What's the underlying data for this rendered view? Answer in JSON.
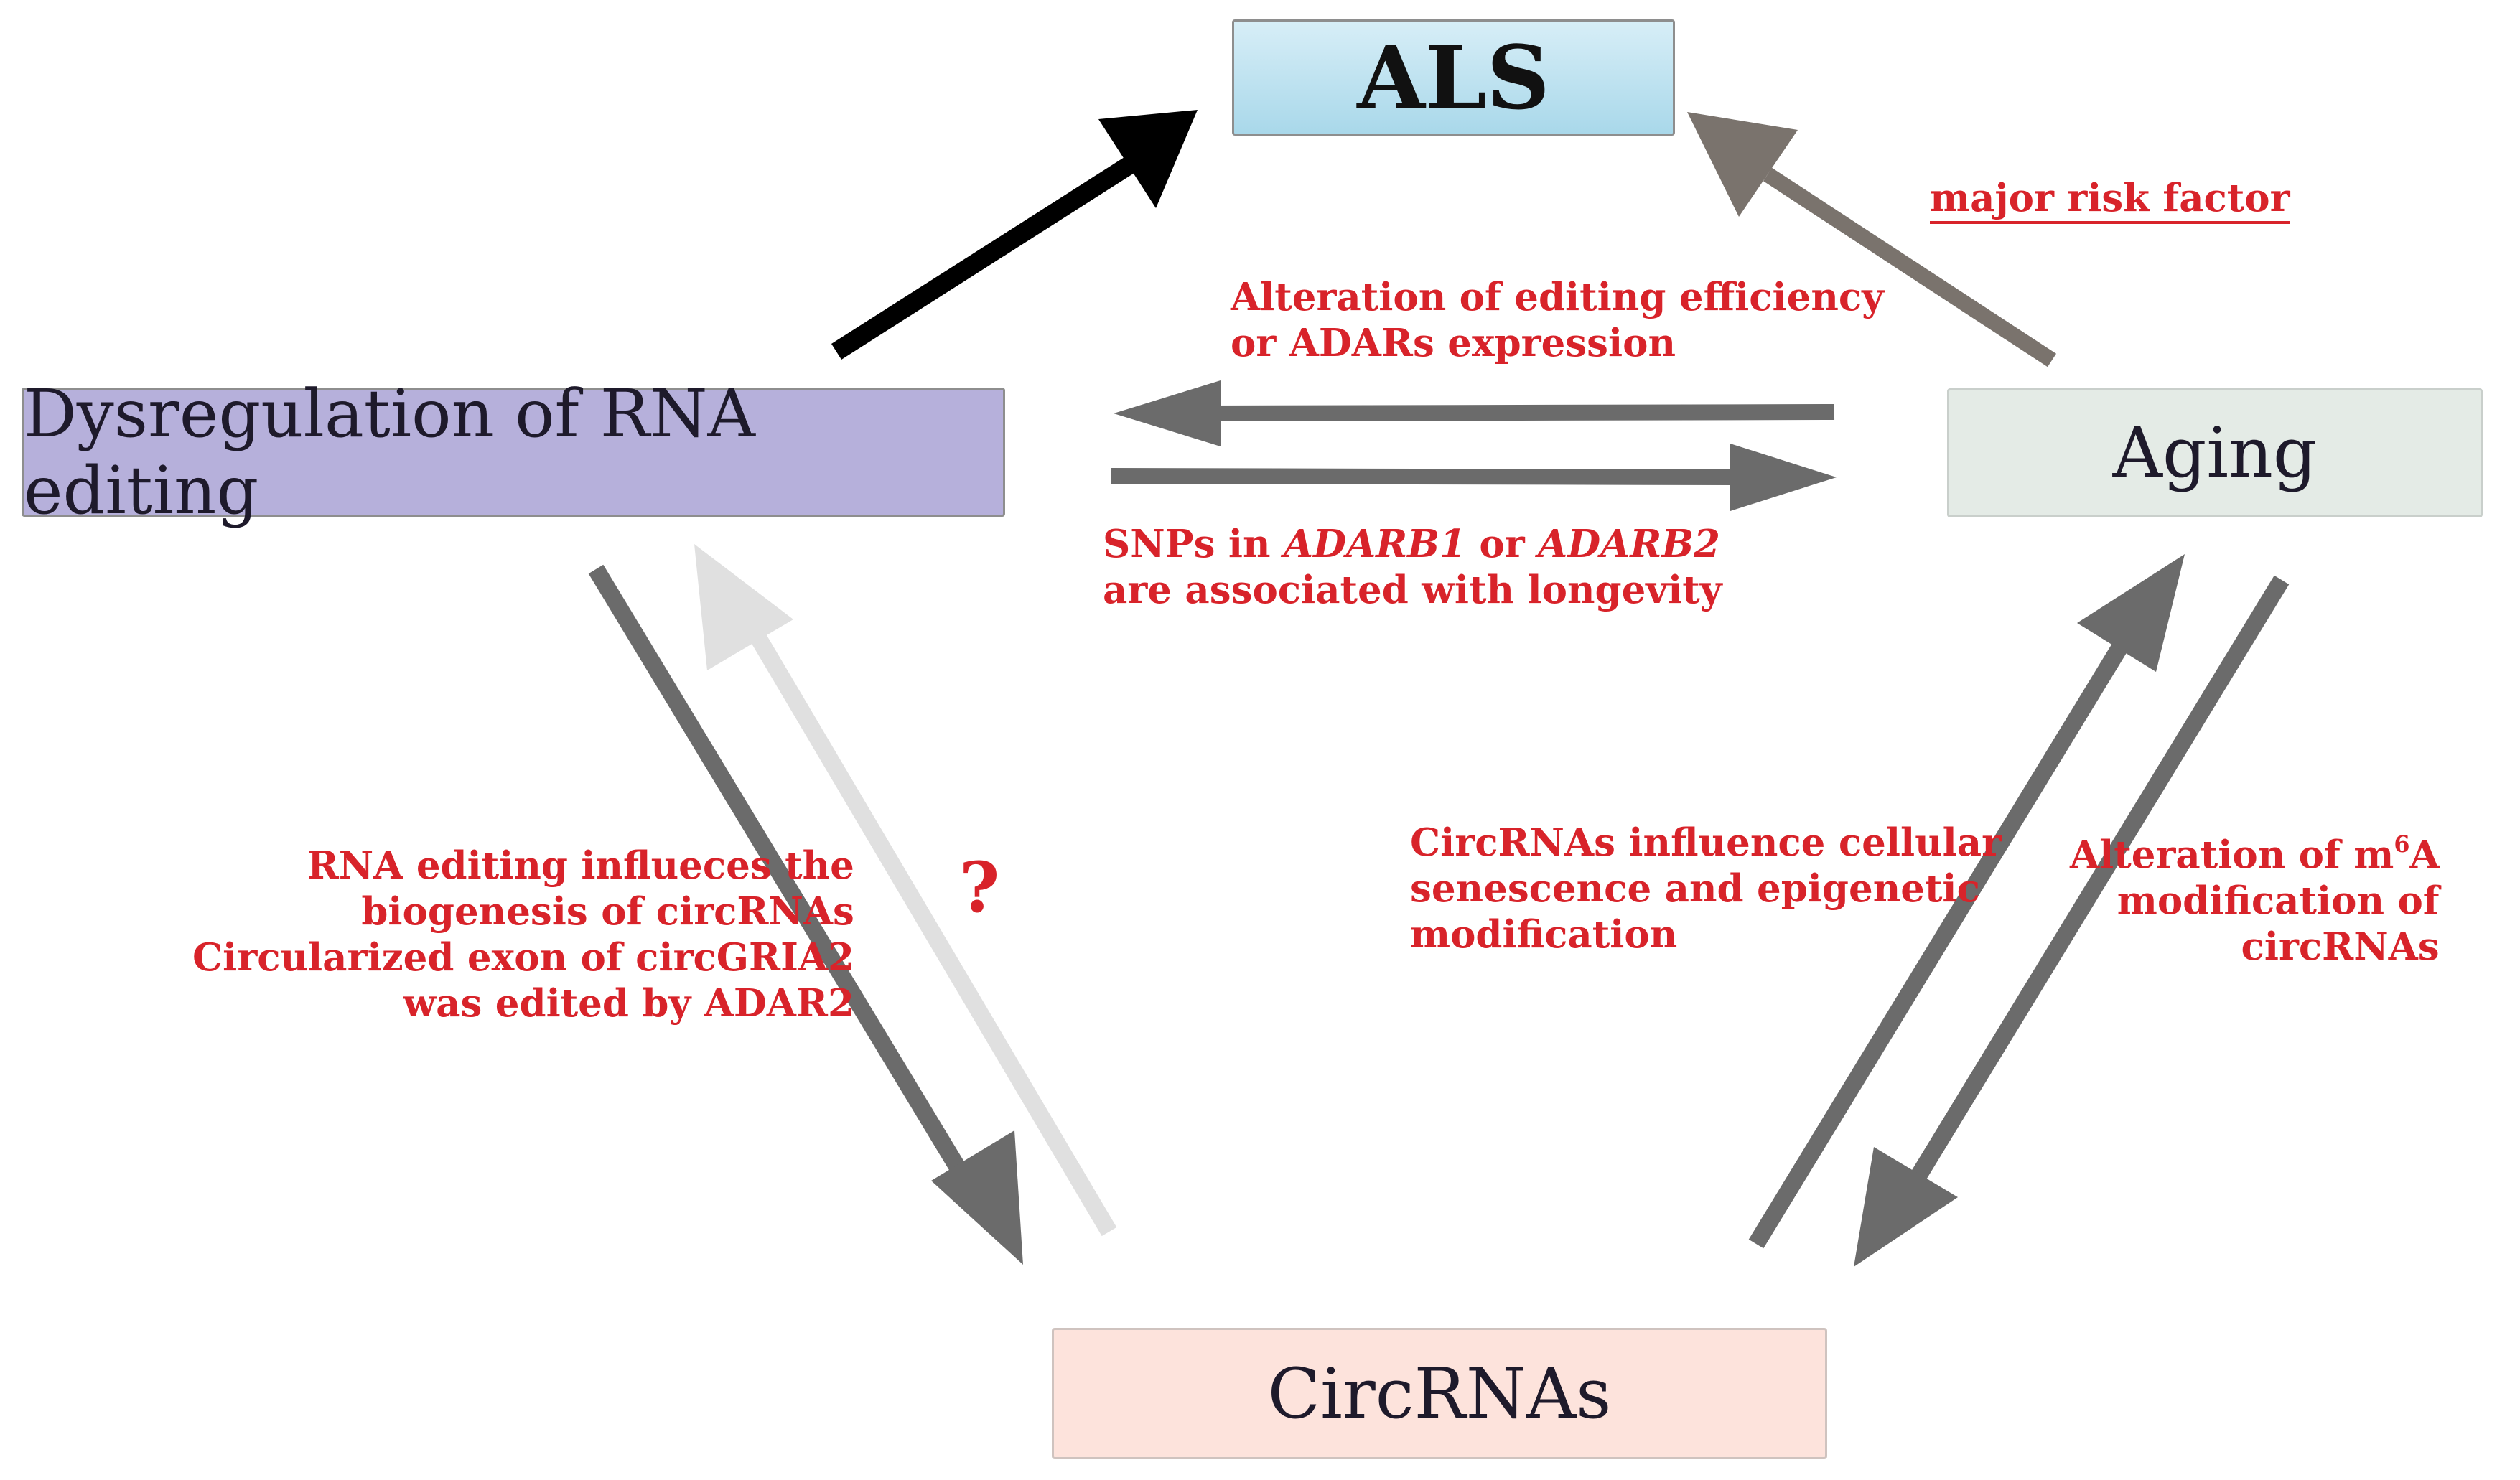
{
  "nodes": {
    "als": "ALS",
    "dysregulation": "Dysregulation of RNA editing",
    "aging": "Aging",
    "circrnas": "CircRNAs"
  },
  "labels": {
    "major_risk": "major risk factor",
    "alteration_efficiency": [
      "Alteration of editing efficiency",
      "or ADARs expression"
    ],
    "snps": {
      "line1": [
        "SNPs in ",
        "ADARB1",
        " or ",
        "ADARB2"
      ],
      "line2": "are associated with longevity"
    },
    "rna_editing": [
      "RNA editing influeces the",
      "biogenesis of circRNAs",
      "Circularized exon of circGRIA2",
      "was edited by ADAR2"
    ],
    "question": "?",
    "circ_influence": [
      "CircRNAs influence cellular",
      "senescence and epigenetic",
      "modification"
    ],
    "m6a": {
      "line1": [
        "Alteration of m",
        "6",
        "A"
      ],
      "line2": "modification of",
      "line3": "circRNAs"
    }
  },
  "colors": {
    "label_text": "#d8232a",
    "arrow_black": "#000000",
    "arrow_gray": "#6b6b6b",
    "arrow_brown_gray": "#7a736d",
    "arrow_light": "#e0e0e0"
  }
}
